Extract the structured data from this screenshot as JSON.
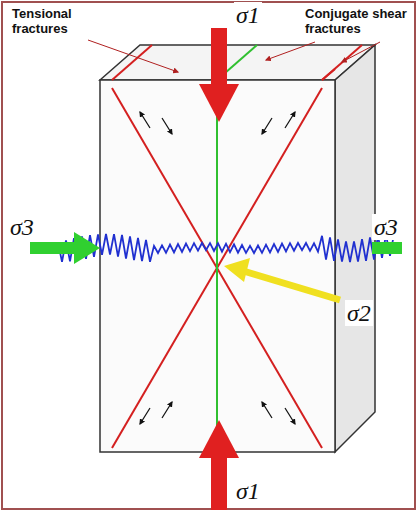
{
  "diagram": {
    "labels": [
      "Tensional fractures",
      "Conjugate shear fractures",
      "σ1",
      "σ3",
      "σ3",
      "σ2",
      "σ1"
    ]
  }
}
